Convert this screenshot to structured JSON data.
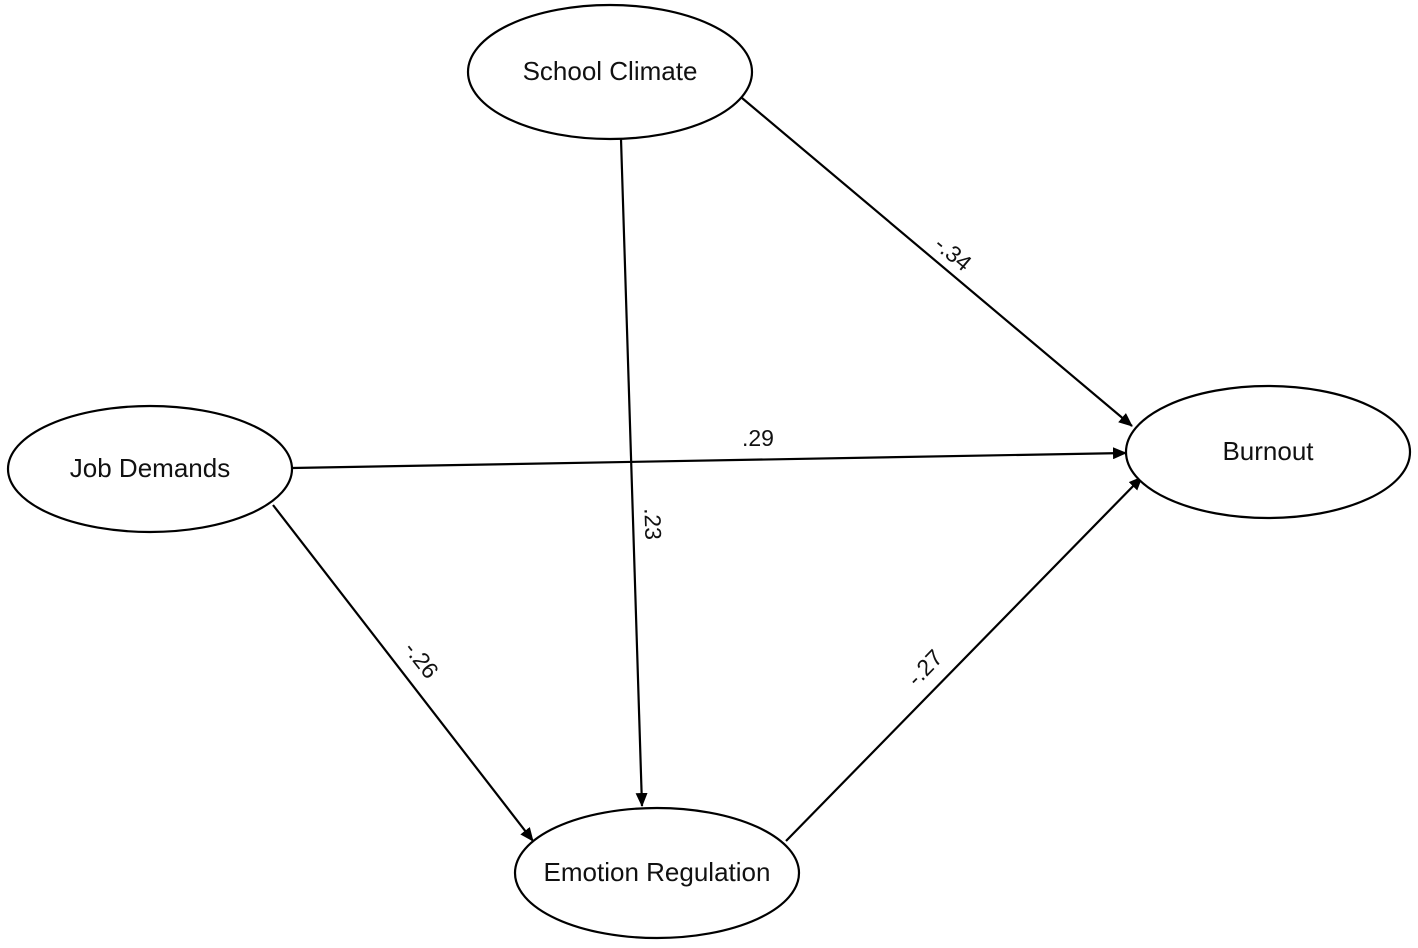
{
  "nodes": {
    "school_climate": {
      "label": "School Climate"
    },
    "job_demands": {
      "label": "Job Demands"
    },
    "burnout": {
      "label": "Burnout"
    },
    "emotion_regulation": {
      "label": "Emotion Regulation"
    }
  },
  "edges": {
    "climate_burnout": {
      "from": "School Climate",
      "to": "Burnout",
      "label": "-.34"
    },
    "demands_burnout": {
      "from": "Job Demands",
      "to": "Burnout",
      "label": ".29"
    },
    "climate_emotion": {
      "from": "School Climate",
      "to": "Emotion Regulation",
      "label": ".23"
    },
    "demands_emotion": {
      "from": "Job Demands",
      "to": "Emotion Regulation",
      "label": "-.26"
    },
    "emotion_burnout": {
      "from": "Emotion Regulation",
      "to": "Burnout",
      "label": "-.27"
    }
  }
}
